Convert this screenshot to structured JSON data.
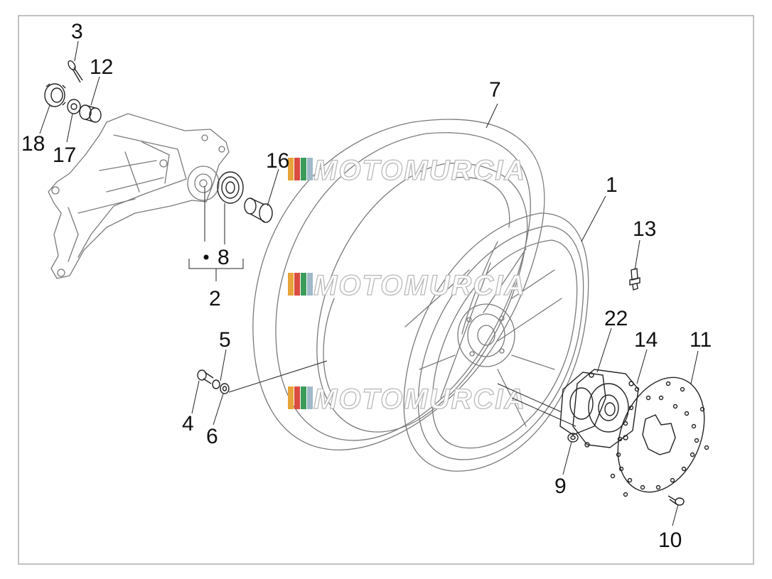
{
  "watermark": {
    "text": "MOTOMURCIA",
    "colors": [
      "#e8a33a",
      "#d94c3f",
      "#3b9c5a",
      "#9fb9c9"
    ]
  },
  "callouts": {
    "c1": "1",
    "c2": "2",
    "c3": "3",
    "c4": "4",
    "c5": "5",
    "c6": "6",
    "c7": "7",
    "c8": "8",
    "c9": "9",
    "c10": "10",
    "c11": "11",
    "c12": "12",
    "c13": "13",
    "c14": "14",
    "c16": "16",
    "c17": "17",
    "c18": "18",
    "c22": "22"
  }
}
